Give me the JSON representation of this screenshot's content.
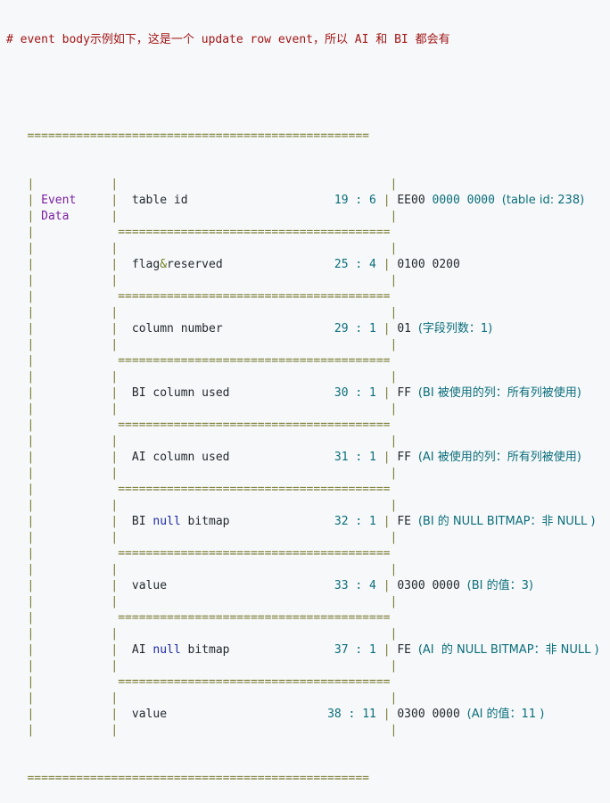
{
  "comment": "# event body示例如下，这是一个 update row event，所以 AI 和 BI 都会有",
  "section_label_line1": "Event",
  "section_label_line2": "Data",
  "rows": [
    {
      "field": "table id",
      "field_pre": "",
      "field_kw": "",
      "field_post": "",
      "offset": "19",
      "size": "6",
      "hex_a": "EE00",
      "hex_b": "0000 0000",
      "note": "(table id: 238)"
    },
    {
      "field": "flag&reserved",
      "field_pre": "flag",
      "field_kw": "&",
      "field_post": "reserved",
      "offset": "25",
      "size": "4",
      "hex_a": "0100 0200",
      "hex_b": "",
      "note": ""
    },
    {
      "field": "column number",
      "field_pre": "",
      "field_kw": "",
      "field_post": "",
      "offset": "29",
      "size": "1",
      "hex_a": "01",
      "hex_b": "",
      "note": "(字段列数：1)"
    },
    {
      "field": "BI column used",
      "field_pre": "",
      "field_kw": "",
      "field_post": "",
      "offset": "30",
      "size": "1",
      "hex_a": "FF",
      "hex_b": "",
      "note": "(BI 被使用的列：所有列被使用)"
    },
    {
      "field": "AI column used",
      "field_pre": "",
      "field_kw": "",
      "field_post": "",
      "offset": "31",
      "size": "1",
      "hex_a": "FF",
      "hex_b": "",
      "note": "(AI 被使用的列：所有列被使用)"
    },
    {
      "field": "BI null bitmap",
      "field_pre": "BI ",
      "field_kw": "null",
      "field_post": " bitmap",
      "offset": "32",
      "size": "1",
      "hex_a": "FE",
      "hex_b": "",
      "note": "(BI 的 NULL BITMAP：非 NULL )"
    },
    {
      "field": "value",
      "field_pre": "",
      "field_kw": "",
      "field_post": "",
      "offset": "33",
      "size": "4",
      "hex_a": "0300 0000",
      "hex_b": "",
      "note": "(BI 的值：3)"
    },
    {
      "field": "AI null bitmap",
      "field_pre": "AI ",
      "field_kw": "null",
      "field_post": " bitmap",
      "offset": "37",
      "size": "1",
      "hex_a": "FE",
      "hex_b": "",
      "note": "(AI  的 NULL BITMAP：非 NULL )"
    },
    {
      "field": "value",
      "field_pre": "",
      "field_kw": "",
      "field_post": "",
      "offset": "38",
      "size": "11",
      "hex_a": "0300 0000",
      "hex_b": "",
      "note": "(AI 的值：11 )"
    }
  ]
}
